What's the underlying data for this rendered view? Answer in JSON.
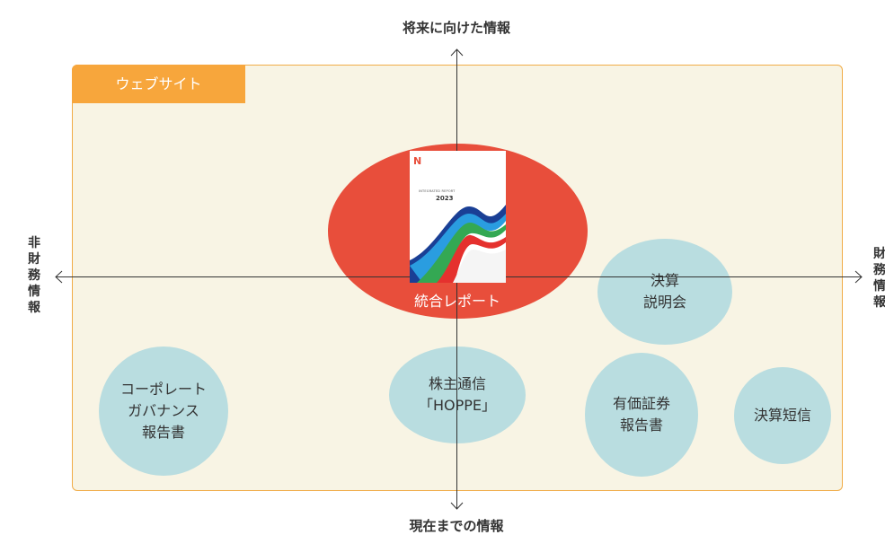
{
  "axes": {
    "top": "将来に向けた情報",
    "bottom": "現在までの情報",
    "left": "非財務情報",
    "right": "財務情報"
  },
  "website_label": "ウェブサイト",
  "integrated_report": {
    "label": "統合レポート",
    "cover": {
      "logo": "N",
      "title": "INTEGRATED REPORT",
      "year": "2023"
    }
  },
  "bubbles": {
    "financial_briefing": "決算\n説明会",
    "corporate_governance": "コーポレート\nガバナンス\n報告書",
    "shareholder_newsletter": "株主通信\n「HOPPE」",
    "securities_report": "有価証券\n報告書",
    "earnings_summary": "決算短信"
  },
  "colors": {
    "frame_border": "#f0ac47",
    "frame_fill": "#f8f4e4",
    "tag_fill": "#f7a63c",
    "report_fill": "#e84e3b",
    "bubble_fill": "#b9dde0"
  }
}
